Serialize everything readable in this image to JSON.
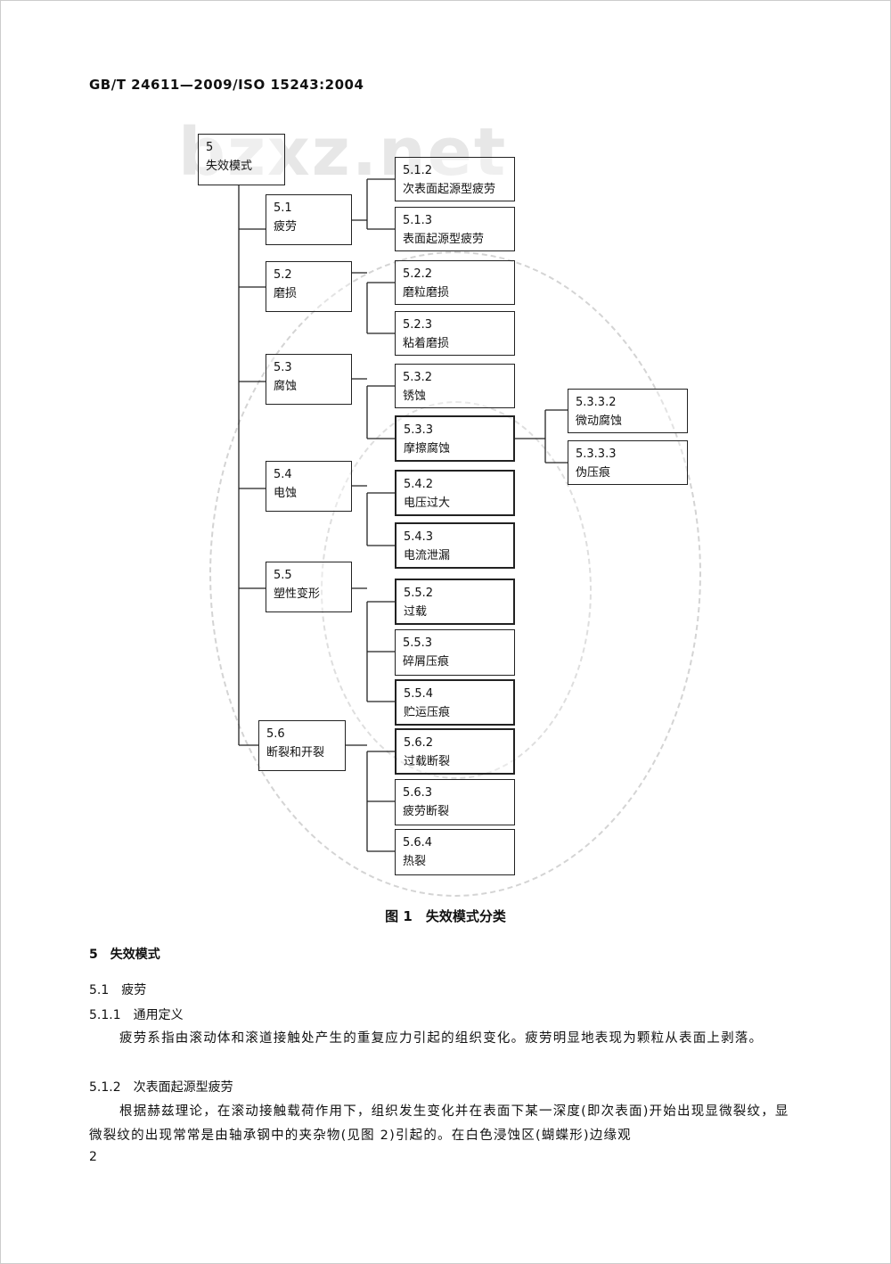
{
  "header": {
    "standard_code": "GB/T 24611—2009/ISO 15243:2004"
  },
  "watermark": {
    "text": "bzxz.net"
  },
  "diagram": {
    "root": {
      "num": "5",
      "label": "失效模式"
    },
    "level1": [
      {
        "num": "5.1",
        "label": "疲劳"
      },
      {
        "num": "5.2",
        "label": "磨损"
      },
      {
        "num": "5.3",
        "label": "腐蚀"
      },
      {
        "num": "5.4",
        "label": "电蚀"
      },
      {
        "num": "5.5",
        "label": "塑性变形"
      },
      {
        "num": "5.6",
        "label": "断裂和开裂"
      }
    ],
    "level2": [
      {
        "num": "5.1.2",
        "label": "次表面起源型疲劳"
      },
      {
        "num": "5.1.3",
        "label": "表面起源型疲劳"
      },
      {
        "num": "5.2.2",
        "label": "磨粒磨损"
      },
      {
        "num": "5.2.3",
        "label": "粘着磨损"
      },
      {
        "num": "5.3.2",
        "label": "锈蚀"
      },
      {
        "num": "5.3.3",
        "label": "摩擦腐蚀"
      },
      {
        "num": "5.4.2",
        "label": "电压过大"
      },
      {
        "num": "5.4.3",
        "label": "电流泄漏"
      },
      {
        "num": "5.5.2",
        "label": "过载"
      },
      {
        "num": "5.5.3",
        "label": "碎屑压痕"
      },
      {
        "num": "5.5.4",
        "label": "贮运压痕"
      },
      {
        "num": "5.6.2",
        "label": "过载断裂"
      },
      {
        "num": "5.6.3",
        "label": "疲劳断裂"
      },
      {
        "num": "5.6.4",
        "label": "热裂"
      }
    ],
    "level3": [
      {
        "num": "5.3.3.2",
        "label": "微动腐蚀"
      },
      {
        "num": "5.3.3.3",
        "label": "伪压痕"
      }
    ]
  },
  "caption": "图 1　失效模式分类",
  "sections": {
    "s5": "5　失效模式",
    "s51": "5.1　疲劳",
    "s511": "5.1.1　通用定义",
    "s511_text": "疲劳系指由滚动体和滚道接触处产生的重复应力引起的组织变化。疲劳明显地表现为颗粒从表面上剥落。",
    "s512": "5.1.2　次表面起源型疲劳",
    "s512_text": "根据赫兹理论，在滚动接触载荷作用下，组织发生变化并在表面下某一深度(即次表面)开始出现显微裂纹，显微裂纹的出现常常是由轴承钢中的夹杂物(见图 2)引起的。在白色浸蚀区(蝴蝶形)边缘观"
  },
  "page_number": "2"
}
